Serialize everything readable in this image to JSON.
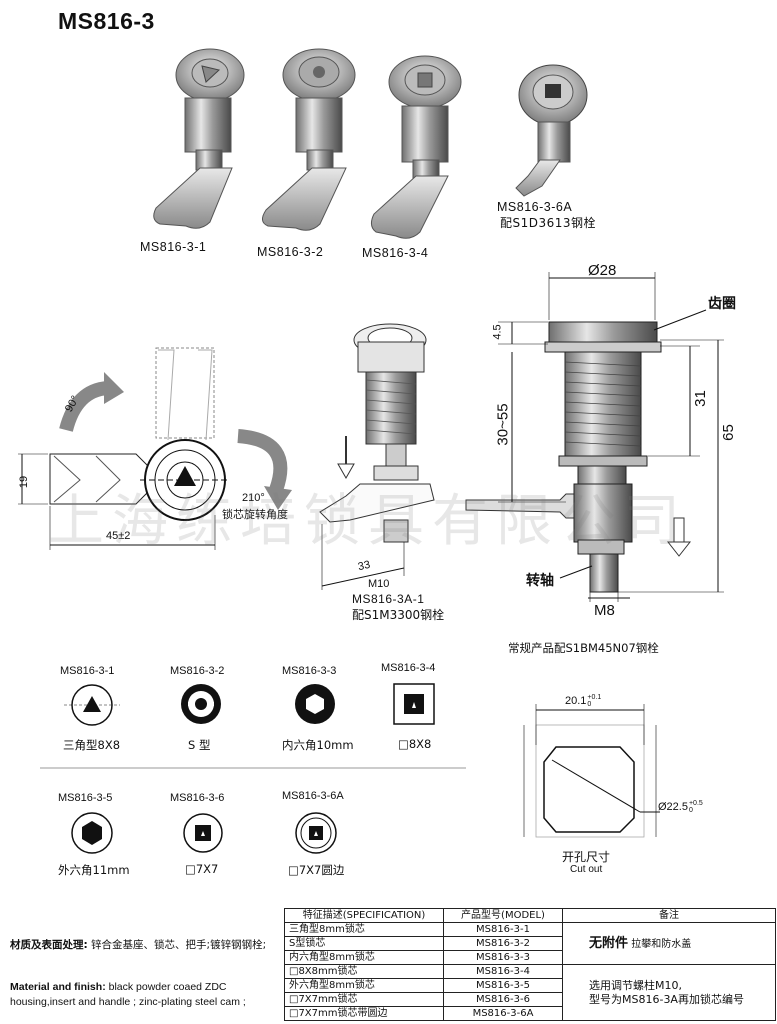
{
  "title": "MS816-3",
  "top_labels": {
    "p1": "MS816-3-1",
    "p2": "MS816-3-2",
    "p4": "MS816-3-4",
    "p6a_line1": "MS816-3-6A",
    "p6a_line2": "配S1D3613钢栓"
  },
  "rotation": {
    "deg90": "90°",
    "deg210": "210°",
    "caption": "锁芯旋转角度",
    "h19": "19",
    "w45": "45±2"
  },
  "variant_a": {
    "d33": "33",
    "m10": "M10",
    "line1": "MS816-3A-1",
    "line2": "配S1M3300钢栓"
  },
  "main_drawing": {
    "dia": "Ø28",
    "gear": "齿圈",
    "h45": "4.5",
    "h31": "31",
    "h3055": "30~55",
    "h65": "65",
    "shaft": "转轴",
    "m8": "M8",
    "standard": "常规产品配S1BM45N07钢栓"
  },
  "inserts": [
    {
      "code": "MS816-3-1",
      "desc": "三角型8X8"
    },
    {
      "code": "MS816-3-2",
      "desc": "S 型"
    },
    {
      "code": "MS816-3-3",
      "desc": "内六角10mm"
    },
    {
      "code": "MS816-3-4",
      "desc": "□8X8"
    },
    {
      "code": "MS816-3-5",
      "desc": "外六角11mm"
    },
    {
      "code": "MS816-3-6",
      "desc": "□7X7"
    },
    {
      "code": "MS816-3-6A",
      "desc": "□7X7圆边"
    }
  ],
  "cutout": {
    "w": "20.1",
    "w_sup": "+0.1",
    "w_sub": "0",
    "d": "Ø22.5",
    "d_sup": "+0.5",
    "d_sub": "0",
    "label_cn": "开孔尺寸",
    "label_en": "Cut out"
  },
  "watermark": "上海练培锁具有限公司",
  "material": {
    "cn_label": "材质及表面处理",
    "cn_text": "锌合金基座、锁芯、把手;镀锌钢钢栓;",
    "en_label": "Material and finish",
    "en_text": "black powder coaed ZDC housing,insert and handle ; zinc-plating steel cam ;"
  },
  "spec_table": {
    "h1": "特征描述(SPECIFICATION)",
    "h2": "产品型号(MODEL)",
    "h3": "备注",
    "rows": [
      {
        "spec": "三角型8mm锁芯",
        "model": "MS816-3-1"
      },
      {
        "spec": "S型锁芯",
        "model": "MS816-3-2"
      },
      {
        "spec": "内六角型8mm锁芯",
        "model": "MS816-3-3"
      },
      {
        "spec": "□8X8mm锁芯",
        "model": "MS816-3-4"
      },
      {
        "spec": "外六角型8mm锁芯",
        "model": "MS816-3-5"
      },
      {
        "spec": "□7X7mm锁芯",
        "model": "MS816-3-6"
      },
      {
        "spec": "□7X7mm锁芯带圆边",
        "model": "MS816-3-6A"
      }
    ],
    "note1_big": "无附件",
    "note1_small": "拉攀和防水盖",
    "note2_l1": "选用调节螺柱M10,",
    "note2_l2": "型号为MS816-3A再加锁芯编号"
  }
}
